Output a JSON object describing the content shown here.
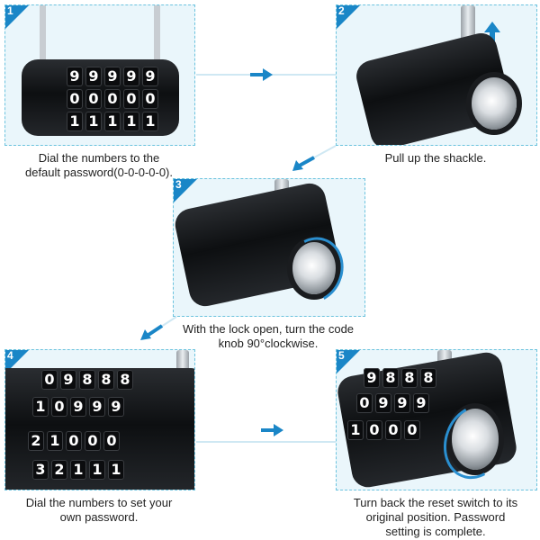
{
  "steps": [
    {
      "number": "1",
      "caption_line1": "Dial the numbers to the",
      "caption_line2": "default password(0-0-0-0-0)."
    },
    {
      "number": "2",
      "caption_line1": "Pull up the shackle.",
      "caption_line2": ""
    },
    {
      "number": "3",
      "caption_line1": "With the lock open, turn the code",
      "caption_line2": "knob 90°clockwise."
    },
    {
      "number": "4",
      "caption_line1": "Dial the numbers to set your",
      "caption_line2": "own password."
    },
    {
      "number": "5",
      "caption_line1": "Turn back the reset switch to its",
      "caption_line2": "original position. Password",
      "caption_line3": "setting is complete."
    }
  ],
  "lock1": {
    "rows": [
      [
        "9",
        "9",
        "9",
        "9",
        "9"
      ],
      [
        "0",
        "0",
        "0",
        "0",
        "0"
      ],
      [
        "1",
        "1",
        "1",
        "1",
        "1"
      ]
    ]
  },
  "lock4": {
    "rows": [
      [
        "0",
        "9",
        "8",
        "8",
        "8"
      ],
      [
        "1",
        "0",
        "9",
        "9",
        "9"
      ],
      [
        "2",
        "1",
        "0",
        "0",
        "0"
      ],
      [
        "3",
        "2",
        "1",
        "1",
        "1"
      ]
    ]
  },
  "lock5": {
    "rows": [
      [
        "9",
        "8",
        "8",
        "8"
      ],
      [
        "0",
        "9",
        "9",
        "9"
      ],
      [
        "1",
        "0",
        "0",
        "0"
      ]
    ]
  },
  "colors": {
    "accent": "#1a86c7",
    "panel_bg": "#eaf6fb",
    "border": "#6cc3de"
  }
}
